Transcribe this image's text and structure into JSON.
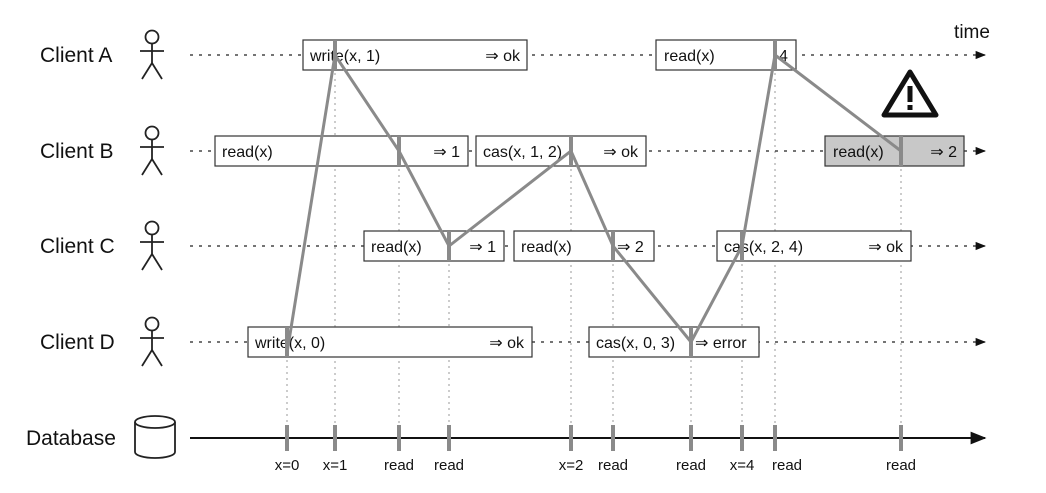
{
  "time_label": "time",
  "clients": [
    {
      "name": "Client A"
    },
    {
      "name": "Client B"
    },
    {
      "name": "Client C"
    },
    {
      "name": "Client D"
    }
  ],
  "database": {
    "name": "Database"
  },
  "operations": {
    "a_write": {
      "text": "write(x, 1)",
      "result": "⇒ ok"
    },
    "a_read": {
      "text": "read(x)",
      "result": "4"
    },
    "b_read1": {
      "text": "read(x)",
      "result": "⇒ 1"
    },
    "b_cas": {
      "text": "cas(x, 1, 2)",
      "result": "⇒ ok"
    },
    "b_read2": {
      "text": "read(x)",
      "result": "⇒ 2"
    },
    "c_read1": {
      "text": "read(x)",
      "result": "⇒ 1"
    },
    "c_read2": {
      "text": "read(x)",
      "result": "⇒ 2"
    },
    "c_cas": {
      "text": "cas(x, 2, 4)",
      "result": "⇒ ok"
    },
    "d_write": {
      "text": "write(x, 0)",
      "result": "⇒ ok"
    },
    "d_cas": {
      "text": "cas(x, 0, 3)",
      "result": "⇒ error"
    }
  },
  "db_ticks": [
    "x=0",
    "x=1",
    "read",
    "read",
    "x=2",
    "read",
    "read",
    "x=4",
    "read",
    "read"
  ],
  "warning_icon": "warning-triangle-icon",
  "highlight_color": "#c8c8c8",
  "line_color": "#8a8a8a"
}
